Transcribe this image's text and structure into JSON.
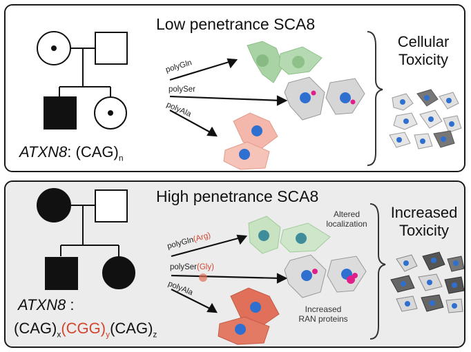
{
  "top": {
    "title": "Low penetrance SCA8",
    "side_text_1": "Cellular",
    "side_text_2": "Toxicity",
    "gene": "ATXN8",
    "repeat_prefix": ": (CAG)",
    "repeat_sub": "n",
    "arrows": [
      "polyGln",
      "polySer",
      "polyAla"
    ]
  },
  "bottom": {
    "title": "High penetrance SCA8",
    "side_text_1": "Increased",
    "side_text_2": "Toxicity",
    "gene": "ATXN8",
    "gene_colon": ":",
    "repeat_1": "(CAG)",
    "repeat_1_sub": "x",
    "repeat_2": "(CGG)",
    "repeat_2_sub": "y",
    "repeat_3": "(CAG)",
    "repeat_3_sub": "z",
    "arrow_1_main": "polyGln",
    "arrow_1_mod": "(Arg)",
    "arrow_2_main": "polySer",
    "arrow_2_mod": "(Gly)",
    "arrow_3": "polyAla",
    "note_altered_1": "Altered",
    "note_altered_2": "localization",
    "note_ran_1": "Increased",
    "note_ran_2": "RAN proteins"
  },
  "colors": {
    "green_cell": "#a9d3a4",
    "gray_cell": "#d6d6d6",
    "red_cell_light": "#f3b7ac",
    "red_cell_dark": "#e0705a",
    "nucleus": "#2f6fcf",
    "magenta": "#e0208a",
    "highlight_red": "#d2452f"
  }
}
